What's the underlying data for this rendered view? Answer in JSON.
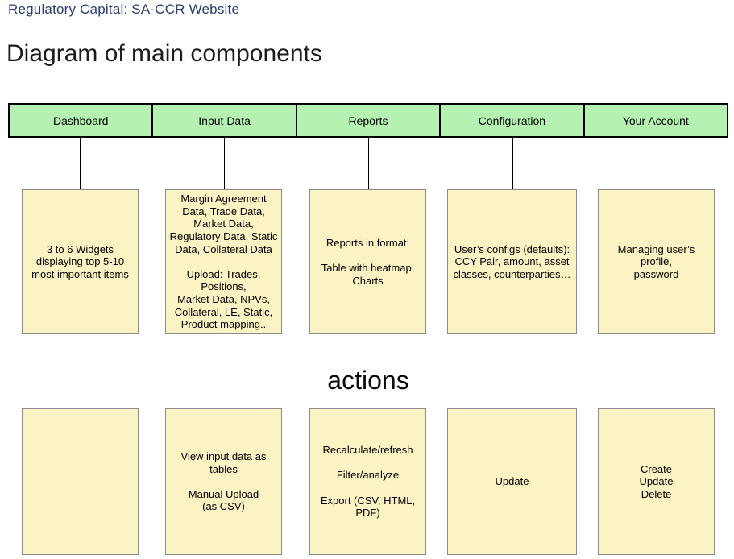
{
  "page": {
    "title": "Regulatory Capital: SA-CCR Website",
    "heading": "Diagram of main components",
    "actions_heading": "actions"
  },
  "colors": {
    "title_color": "#283e6e",
    "header_fill": "#b5f1b0",
    "header_border": "#000000",
    "box_fill": "#fbf3c3",
    "box_border": "#8c8c8c",
    "connector": "#000000"
  },
  "columns": [
    {
      "header": "Dashboard",
      "component": "3 to 6 Widgets\ndisplaying top 5-10\nmost important items",
      "actions": ""
    },
    {
      "header": "Input Data",
      "component": "Margin Agreement\nData, Trade Data,\nMarket Data,\nRegulatory Data, Static\nData, Collateral Data\n\nUpload: Trades,\nPositions,\nMarket Data, NPVs,\nCollateral, LE, Static,\nProduct mapping..",
      "actions": "View input data as\ntables\n\nManual Upload\n(as CSV)"
    },
    {
      "header": "Reports",
      "component": "Reports in format:\n\nTable with heatmap,\nCharts",
      "actions": "Recalculate/refresh\n\nFilter/analyze\n\nExport (CSV, HTML,\nPDF)"
    },
    {
      "header": "Configuration",
      "component": "User’s configs (defaults):\nCCY Pair, amount, asset\nclasses, counterparties…",
      "actions": "Update"
    },
    {
      "header": "Your Account",
      "component": "Managing user’s\nprofile,\npassword",
      "actions": "Create\nUpdate\nDelete"
    }
  ]
}
